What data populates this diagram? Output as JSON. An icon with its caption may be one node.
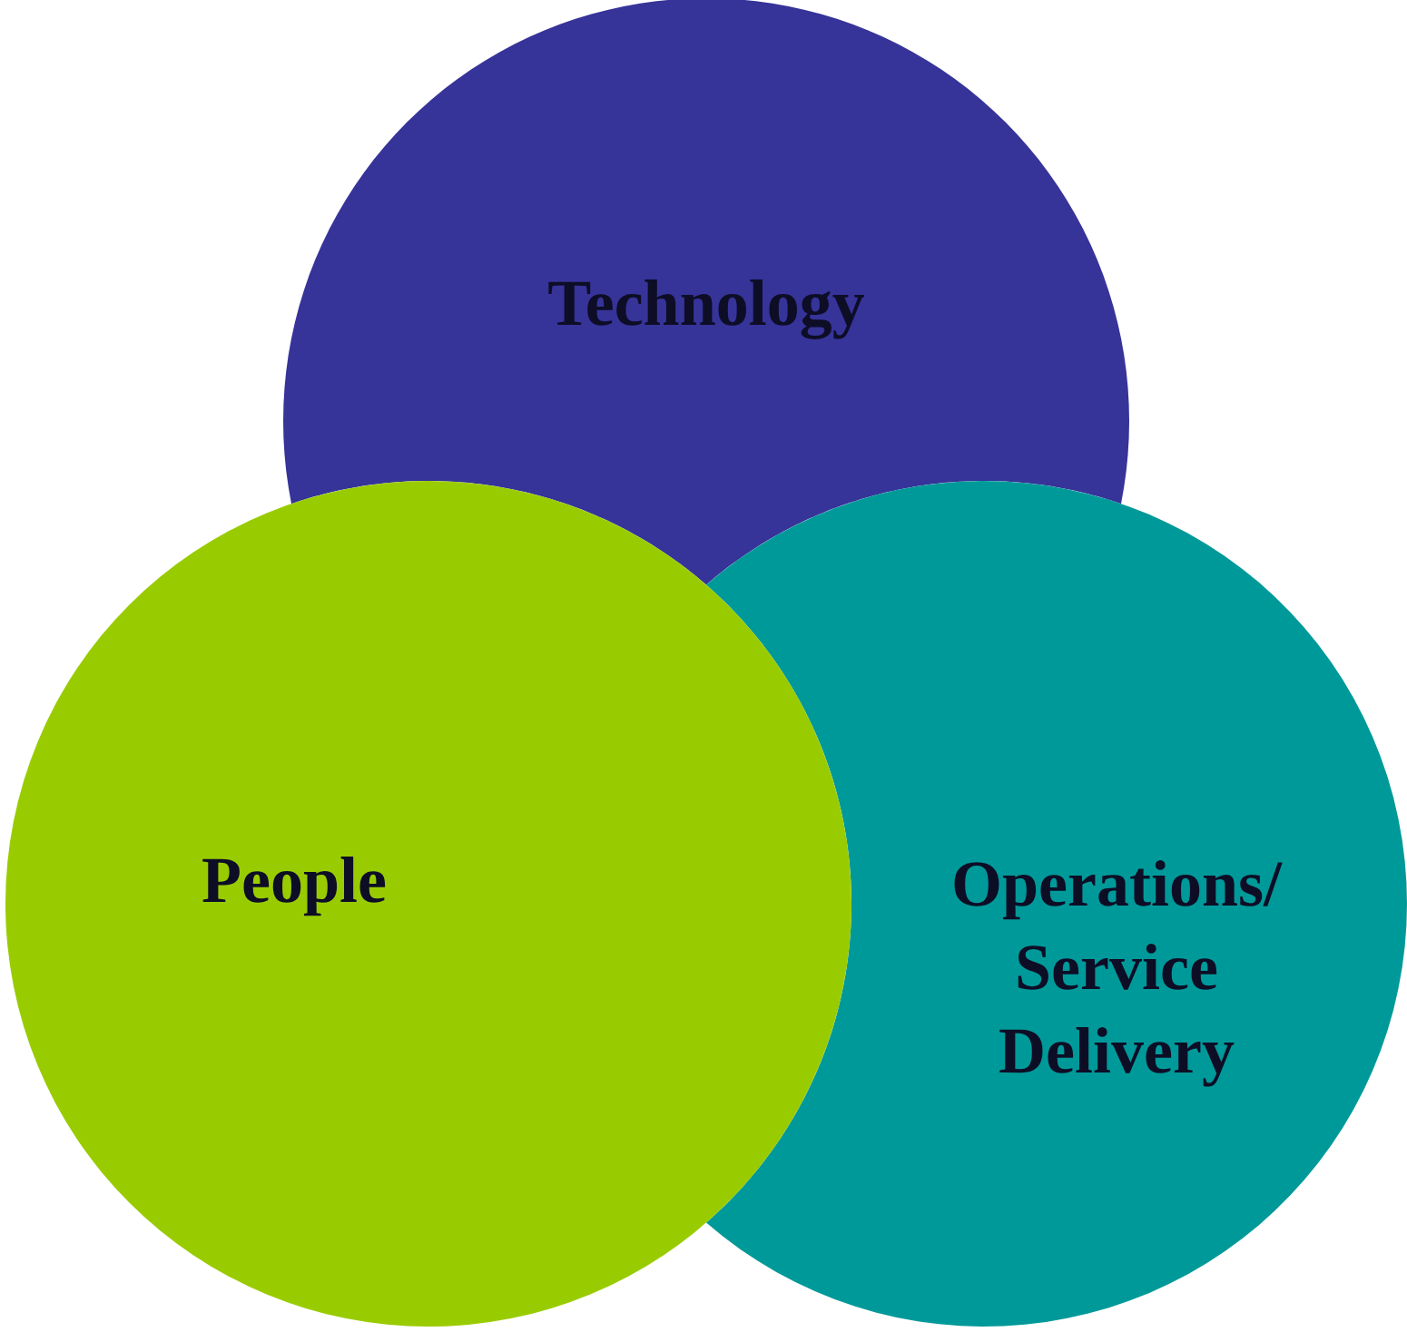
{
  "diagram": {
    "nodes": [
      {
        "text": [
          "Technology"
        ]
      },
      {
        "text": [
          "People"
        ]
      },
      {
        "text": [
          "Operations/ Service Delivery"
        ]
      }
    ]
  }
}
